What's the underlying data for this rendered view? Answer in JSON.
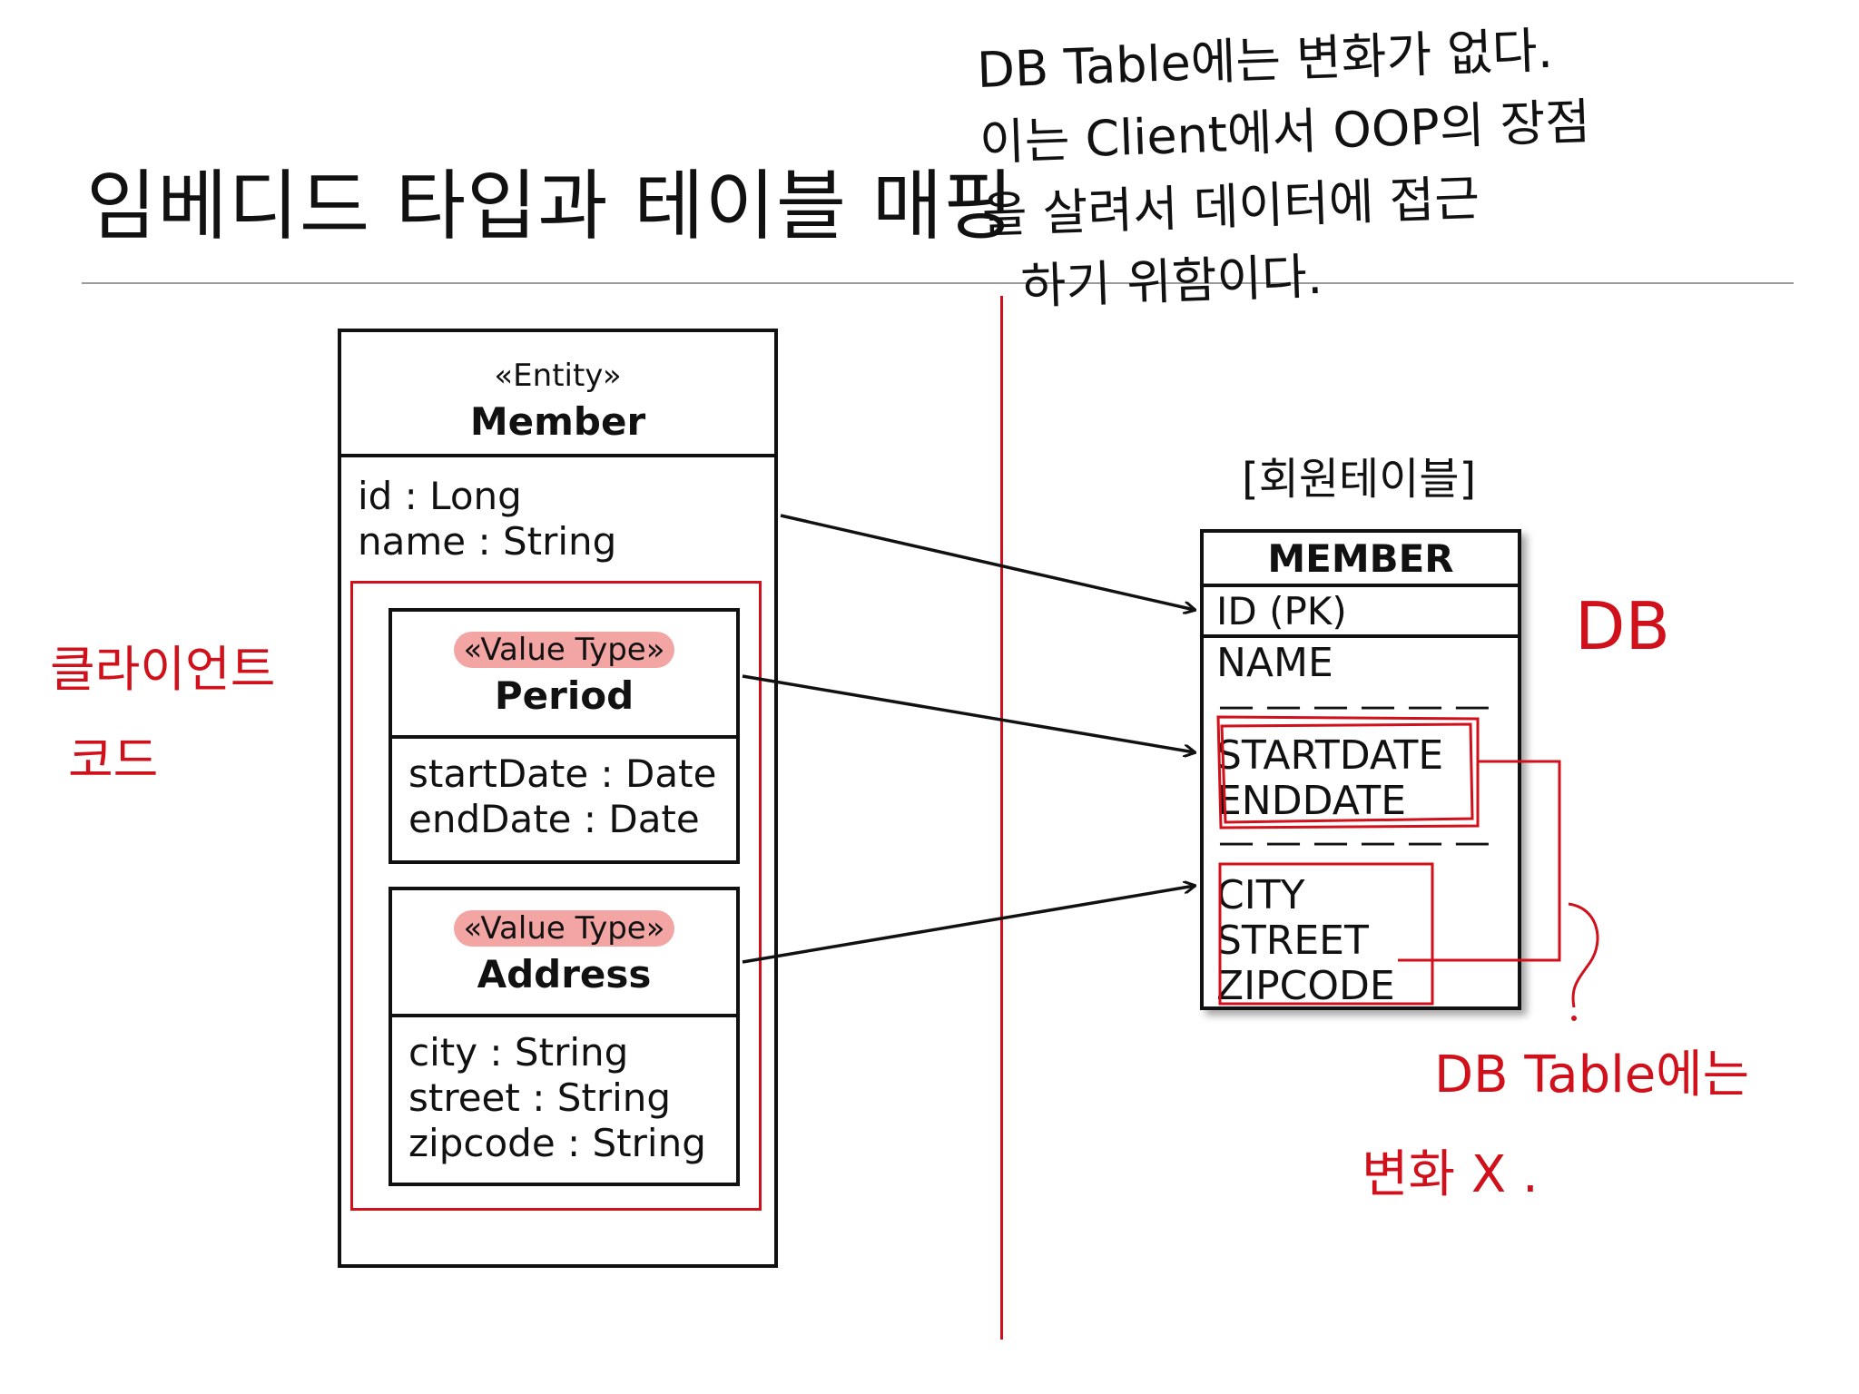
{
  "title": "임베디드 타입과 테이블 매핑",
  "handwritten_note": {
    "lines": [
      "DB Table에는 변화가 없다.",
      "이는 Client에서 OOP의 장점",
      "을 살려서 데이터에 접근",
      "하기 위함이다."
    ]
  },
  "entity": {
    "stereotype": "«Entity»",
    "name": "Member",
    "attributes": [
      "id : Long",
      "name : String"
    ]
  },
  "client_label": [
    "클라이언트",
    "코드"
  ],
  "period": {
    "stereotype": "«Value Type»",
    "name": "Period",
    "attributes": [
      "startDate : Date",
      "endDate : Date"
    ]
  },
  "address": {
    "stereotype": "«Value Type»",
    "name": "Address",
    "attributes": [
      "city : String",
      "street : String",
      "zipcode : String"
    ]
  },
  "table": {
    "caption": "[회원테이블]",
    "name": "MEMBER",
    "pk": "ID (PK)",
    "columns": [
      "NAME",
      "STARTDATE",
      "ENDDATE",
      "CITY",
      "STREET",
      "ZIPCODE"
    ]
  },
  "db_label": "DB",
  "db_note": [
    "DB Table에는",
    "변화 X ."
  ],
  "colors": {
    "accent_red": "#d0101a",
    "highlight": "#f3a5a4"
  }
}
